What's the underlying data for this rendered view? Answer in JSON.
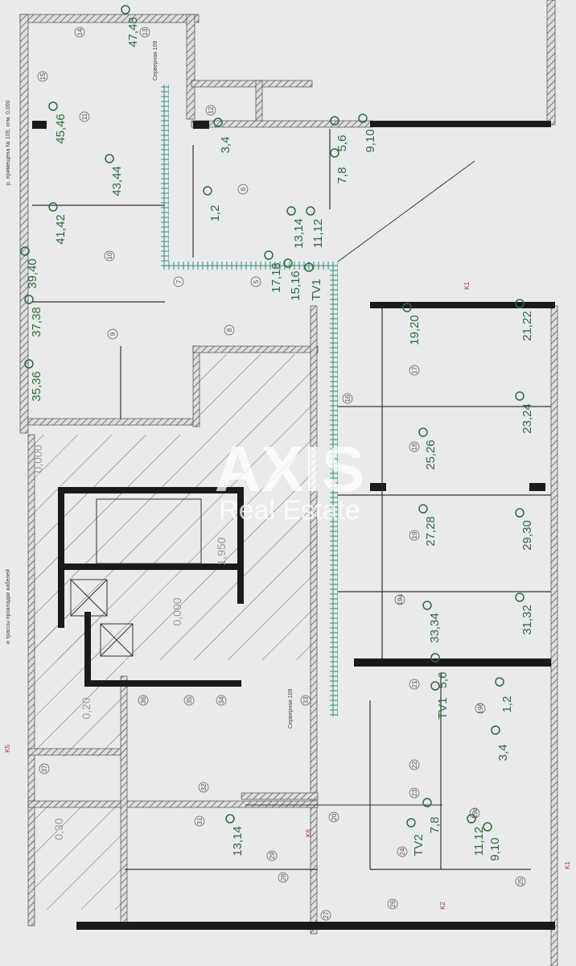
{
  "watermark": {
    "title": "AXIS",
    "subtitle": "Real Estate"
  },
  "header_text": {
    "top": "р. примещена № 105, отм. 0,000",
    "left": "и трассы прокладки кабелей"
  },
  "server_room_labels": [
    "Серверная 109",
    "Серверная 109"
  ],
  "outlet_labels": [
    "47,48",
    "45,46",
    "43,44",
    "41,42",
    "39,40",
    "37,38",
    "35,36",
    "3,4",
    "1,2",
    "17,18",
    "15,16",
    "13,14",
    "TV1",
    "11,12",
    "7,8",
    "5,6",
    "9,10",
    "19,20",
    "21,22",
    "23,24",
    "25,26",
    "27,28",
    "29,30",
    "31,32",
    "33,34",
    "1,2",
    "TV1",
    "5,6",
    "3,4",
    "9,10",
    "7,8",
    "TV2",
    "11,12",
    "13,14"
  ],
  "room_numbers": [
    "14",
    "15",
    "11",
    "13",
    "12",
    "6",
    "10",
    "7",
    "5",
    "9",
    "8",
    "16",
    "17",
    "18",
    "19",
    "19а",
    "21",
    "22",
    "23",
    "24",
    "25",
    "26",
    "27",
    "28",
    "29",
    "20",
    "31",
    "32",
    "33",
    "34",
    "35",
    "36",
    "37",
    "19б",
    "19в"
  ],
  "level_marks": [
    "0,000",
    "1,950",
    "0,000",
    "0,20",
    "0,30"
  ],
  "tags": [
    "K1",
    "K1",
    "K2",
    "K5",
    "K6"
  ],
  "colors": {
    "paper": "#e9eaec",
    "wall": "#1a1a1a",
    "hatch": "#555555",
    "cable": "#2f8f7a",
    "outlet": "#2e6b3a",
    "tag": "#b03040"
  }
}
